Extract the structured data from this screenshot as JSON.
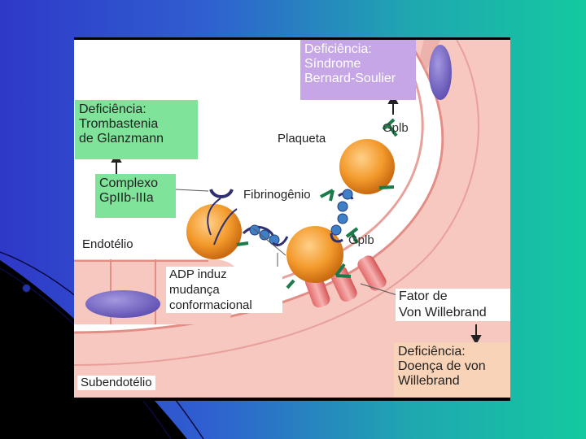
{
  "labels": {
    "sindrome": [
      "Deficiência:",
      "Síndrome",
      "Bernard-Soulier"
    ],
    "trombastenia": [
      "Deficiência:",
      "Trombastenia",
      "de Glanzmann"
    ],
    "complexo": [
      "Complexo",
      "GpIIb-IIIa"
    ],
    "plaqueta": "Plaqueta",
    "fibrinogenio": "Fibrinogênio",
    "gplb_top": "Gplb",
    "gplb_mid": "Gplb",
    "endotelio": "Endotélio",
    "adp": [
      "ADP induz",
      "mudança",
      "conformacional"
    ],
    "fator": [
      "Fator de",
      "Von Willebrand"
    ],
    "doenca": [
      "Deficiência:",
      "Doença de von",
      "Willebrand"
    ],
    "subendotelio": "Subendotélio"
  },
  "colors": {
    "green_box": "#7fe39a",
    "purple_box": "#c7a6e8",
    "peach_box": "#f8d3b8",
    "platelet": "#f39a2c",
    "vessel": "#f6c8bf"
  }
}
